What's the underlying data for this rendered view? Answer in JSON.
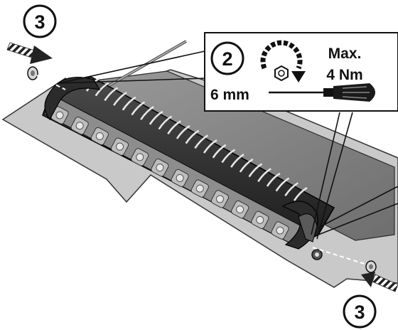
{
  "steps": {
    "step_top": "3",
    "step_callout": "2",
    "step_bottom": "3"
  },
  "callout": {
    "tool_size": "6 mm",
    "torque_line1": "Max.",
    "torque_line2": "4 Nm"
  },
  "icons": {
    "rotation": "clockwise-rotation-icon",
    "hex": "hex-bolt-icon",
    "tool": "screwdriver-icon",
    "push": "push-arrow-icon"
  }
}
